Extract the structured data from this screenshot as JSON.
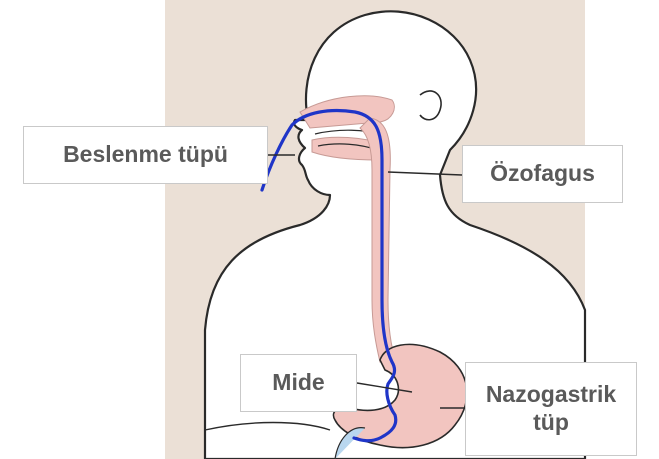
{
  "labels": {
    "feeding_tube": "Beslenme tüpü",
    "esophagus": "Özofagus",
    "stomach": "Mide",
    "nasogastric_line1": "Nazogastrik",
    "nasogastric_line2": "tüp"
  },
  "colors": {
    "background_panel": "#ebe0d6",
    "body_fill": "#ffffff",
    "outline": "#2a2a2a",
    "tube": "#1f35c8",
    "organ_pink": "#f2c5c0",
    "label_border": "#c9c9c9",
    "label_text": "#5a5a5a"
  }
}
